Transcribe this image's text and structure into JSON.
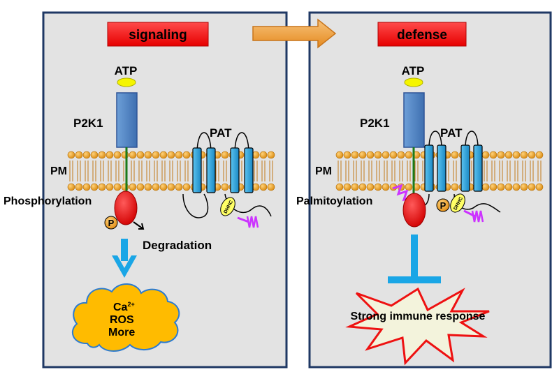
{
  "panels": {
    "left": {
      "header": "signaling",
      "atp": "ATP",
      "receptor": "P2K1",
      "membrane": "PM",
      "transferase": "PAT",
      "modification": "Phosphorylation",
      "phospho_tag": "P",
      "dhhc_tag": "DHHC",
      "fate": "Degradation",
      "outputs": {
        "ca": "Ca",
        "ca_sup": "2+",
        "ros": "ROS",
        "more": "More"
      }
    },
    "right": {
      "header": "defense",
      "atp": "ATP",
      "receptor": "P2K1",
      "membrane": "PM",
      "transferase": "PAT",
      "modification": "Palmitoylation",
      "phospho_tag": "P",
      "dhhc_tag": "DHHC",
      "outcome": "Strong immune response"
    }
  },
  "colors": {
    "panel_fill": "#e3e3e3",
    "panel_border": "#1f3864",
    "header_fill": "#ff1a1a",
    "transition_arrow": "#f0a030",
    "receptor": "#4f81bd",
    "atp": "#f5f500",
    "lipid_head": "#e8a020",
    "pat_helix": "#2ea0d8",
    "target_protein": "#ee1111",
    "palmitoyl": "#cc33ff",
    "blue_arrow": "#1aa6e6",
    "cloud": "#ffbb00",
    "burst_fill": "#f3f3dc",
    "burst_edge": "#ee1111"
  }
}
